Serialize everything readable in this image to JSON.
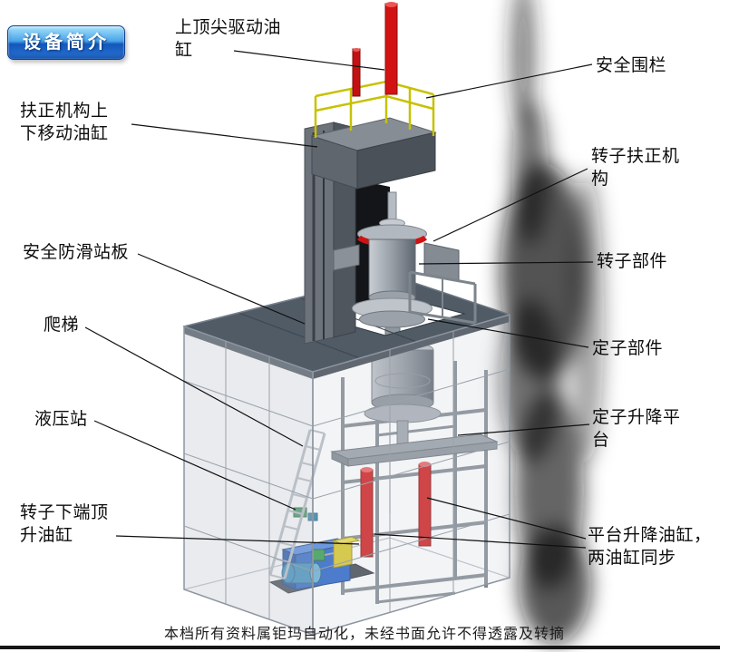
{
  "badge": {
    "label": "设备简介"
  },
  "annotations": {
    "top_drive_cylinder": "上顶尖驱动油\n缸",
    "safety_fence": "安全围栏",
    "centering_lift_cylinder": "扶正机构上\n下移动油缸",
    "rotor_centering_mechanism": "转子扶正机\n构",
    "anti_slip_platform": "安全防滑站板",
    "ladder": "爬梯",
    "rotor_component": "转子部件",
    "stator_component": "定子部件",
    "hydraulic_station": "液压站",
    "stator_lift_platform": "定子升降平\n台",
    "rotor_bottom_jack_cylinder": "转子下端顶\n升油缸",
    "platform_lift_cylinders": "平台升降油缸，\n两油缸同步"
  },
  "footer": {
    "text": "本档所有资料属钜玛自动化，未经书面允许不得透露及转摘"
  },
  "colors": {
    "badge_blue": "#1258ba",
    "cylinder_red": "#d01414",
    "railing_yellow": "#c6c200",
    "platform_gray": "#505b66",
    "hydraulic_blue": "#1e5ec6"
  }
}
